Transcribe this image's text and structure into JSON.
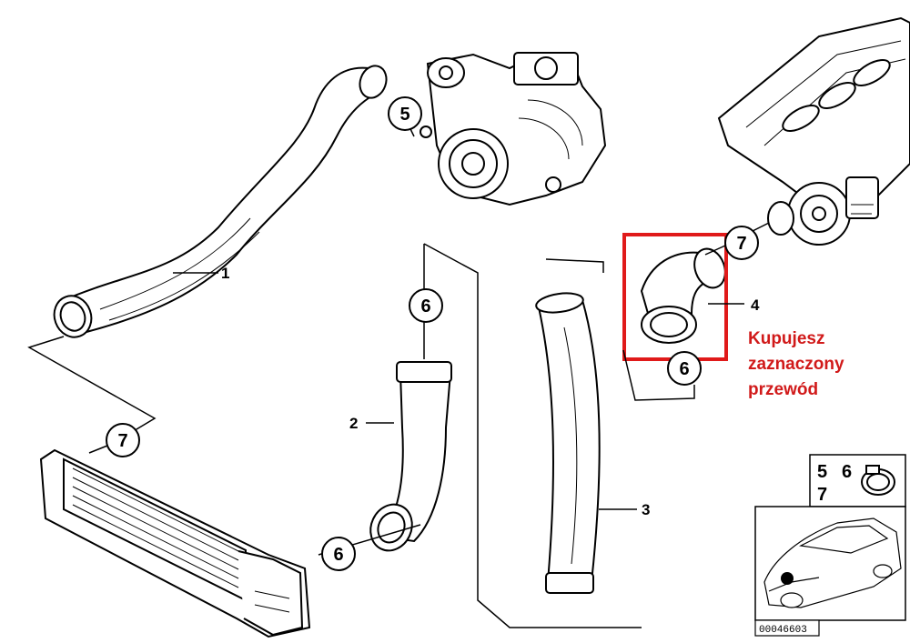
{
  "callouts": {
    "c5": "5",
    "c6_top": "6",
    "c6_bottom": "6",
    "c6_right": "6",
    "c7_left": "7",
    "c7_right": "7"
  },
  "part_labels": {
    "p1": "1",
    "p2": "2",
    "p3": "3",
    "p4": "4"
  },
  "note": {
    "line1": "Kupujesz",
    "line2": "zaznaczony",
    "line3": "przewód",
    "color": "#d11a1a"
  },
  "legend": {
    "n5": "5",
    "n6": "6",
    "n7": "7"
  },
  "diagram_code": "00046603"
}
